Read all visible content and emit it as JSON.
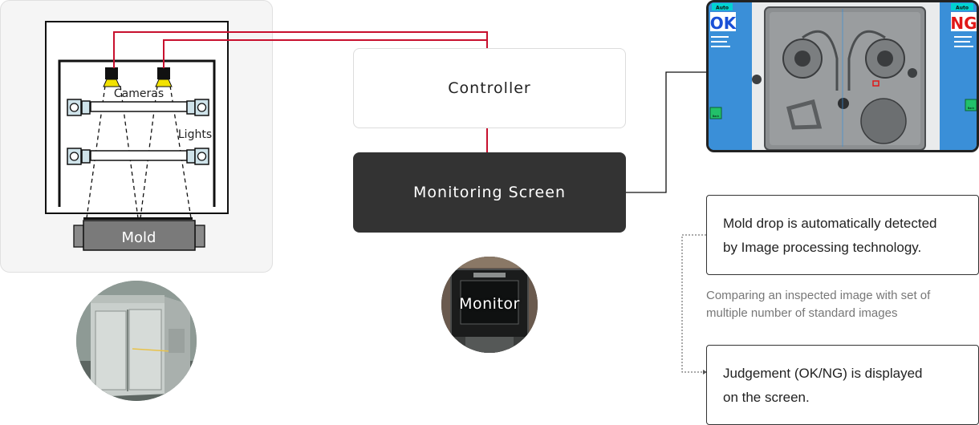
{
  "schematic": {
    "cameras_label": "Cameras",
    "lights_label": "Lights",
    "mold_label": "Mold"
  },
  "controller": {
    "label": "Controller"
  },
  "monitoring_screen": {
    "label": "Monitoring Screen"
  },
  "monitor_photo": {
    "label": "Monitor"
  },
  "inspection_screen": {
    "left_mode": "Auto",
    "right_mode": "Auto",
    "left_status": "OK",
    "right_status": "NG",
    "left_back": "Back",
    "right_back": "Back",
    "colors": {
      "ok": "#1a4fd6",
      "ng": "#e01818",
      "panel_bg": "#3a8fd8",
      "mode_badge": "#00d2d2"
    }
  },
  "notes": {
    "detect_line1": "Mold drop is automatically detected",
    "detect_line2": "by Image processing technology.",
    "compare_line1": "Comparing an inspected image with set of",
    "compare_line2": "multiple number of standard images",
    "judge_line1": "Judgement (OK/NG) is displayed",
    "judge_line2": "on the screen."
  },
  "colors": {
    "wire_red": "#c8102e",
    "dark_box": "#333333",
    "panel_bg": "#f5f5f5",
    "mold_gray": "#7a7a7a",
    "camera_lens": "#f2e200"
  },
  "icons": {
    "equipment_photo": "inspection-cabinet-photo",
    "monitor_photo": "monitor-photo"
  }
}
